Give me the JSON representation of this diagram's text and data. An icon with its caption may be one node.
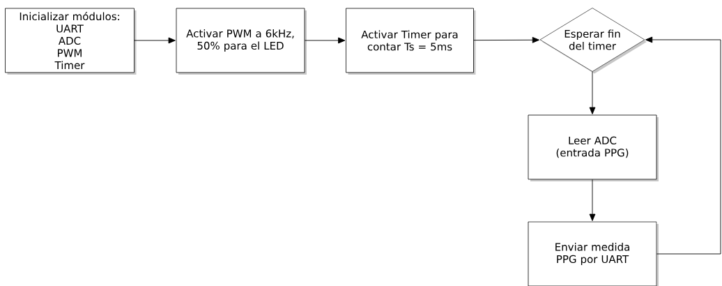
{
  "diagram": {
    "nodes": [
      {
        "text": [
          "Inicializar módulos:",
          "UART",
          "ADC",
          "PWM",
          "Timer"
        ]
      },
      {
        "text": [
          "Activar PWM a 6kHz, 50% para el LED"
        ]
      },
      {
        "text": [
          "Activar Timer para contar Ts = 5ms"
        ]
      },
      {
        "text": [
          "Esperar fin del timer"
        ]
      },
      {
        "text": [
          "Leer ADC (entrada PPG)"
        ]
      },
      {
        "text": [
          "Enviar medida PPG por UART"
        ]
      }
    ],
    "edges": [
      {
        "from": 0,
        "to": 1,
        "arrow": "to"
      },
      {
        "from": 1,
        "to": 2,
        "arrow": "to"
      },
      {
        "from": 2,
        "to": 3,
        "arrow": "to"
      },
      {
        "from": 3,
        "to": 4,
        "arrow": "to"
      },
      {
        "from": 4,
        "to": 5,
        "arrow": "to"
      },
      {
        "from": 5,
        "to": 3,
        "arrow": "to"
      }
    ]
  }
}
